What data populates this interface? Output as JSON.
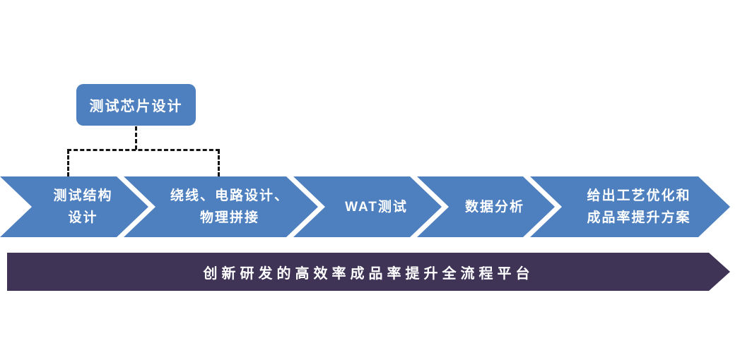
{
  "diagram": {
    "source_box": {
      "label": "测试芯片设计"
    },
    "steps": [
      {
        "lines": [
          "测试结构",
          "设计"
        ]
      },
      {
        "lines": [
          "绕线、电路设计、",
          "物理拼接"
        ]
      },
      {
        "lines": [
          "WAT测试"
        ]
      },
      {
        "lines": [
          "数据分析"
        ]
      },
      {
        "lines": [
          "给出工艺优化和",
          "成品率提升方案"
        ]
      }
    ],
    "banner": {
      "label": "创新研发的高效率成品率提升全流程平台"
    }
  },
  "colors": {
    "step_blue": "#4e80bf",
    "banner_purple": "#3f3456",
    "connector_black": "#141414",
    "text_white": "#ffffff"
  }
}
